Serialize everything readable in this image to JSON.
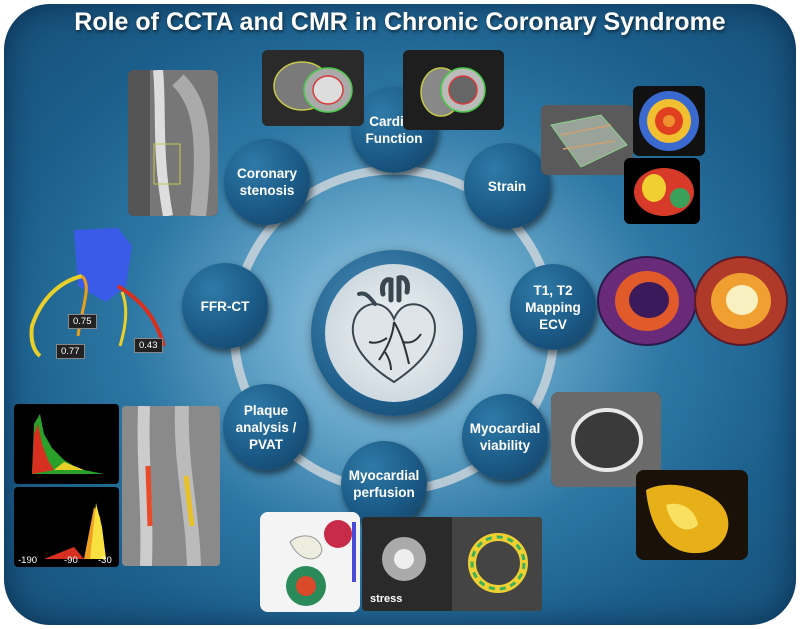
{
  "title": "Role of CCTA and CMR in Chronic Coronary Syndrome",
  "hub": {
    "icon": "heart-icon"
  },
  "nodes": [
    {
      "id": "cardiac-function",
      "label": "Cardiac\nFunction"
    },
    {
      "id": "strain",
      "label": "Strain"
    },
    {
      "id": "mapping",
      "label": "T1, T2\nMapping\nECV"
    },
    {
      "id": "viability",
      "label": "Myocardial\nviability"
    },
    {
      "id": "perfusion",
      "label": "Myocardial\nperfusion"
    },
    {
      "id": "plaque",
      "label": "Plaque\nanalysis /\nPVAT"
    },
    {
      "id": "ffr",
      "label": "FFR-CT"
    },
    {
      "id": "stenosis",
      "label": "Coronary\nstenosis"
    }
  ],
  "ffr_values": {
    "a": "0.75",
    "b": "0.77",
    "c": "0.43"
  },
  "histogram_axis": {
    "left": "-190",
    "mid": "-90",
    "right": "-30"
  },
  "perfusion_label": "stress",
  "colors": {
    "node": "#1b5a86",
    "ring": "#c9d3db",
    "background": "#1c5f8c"
  }
}
